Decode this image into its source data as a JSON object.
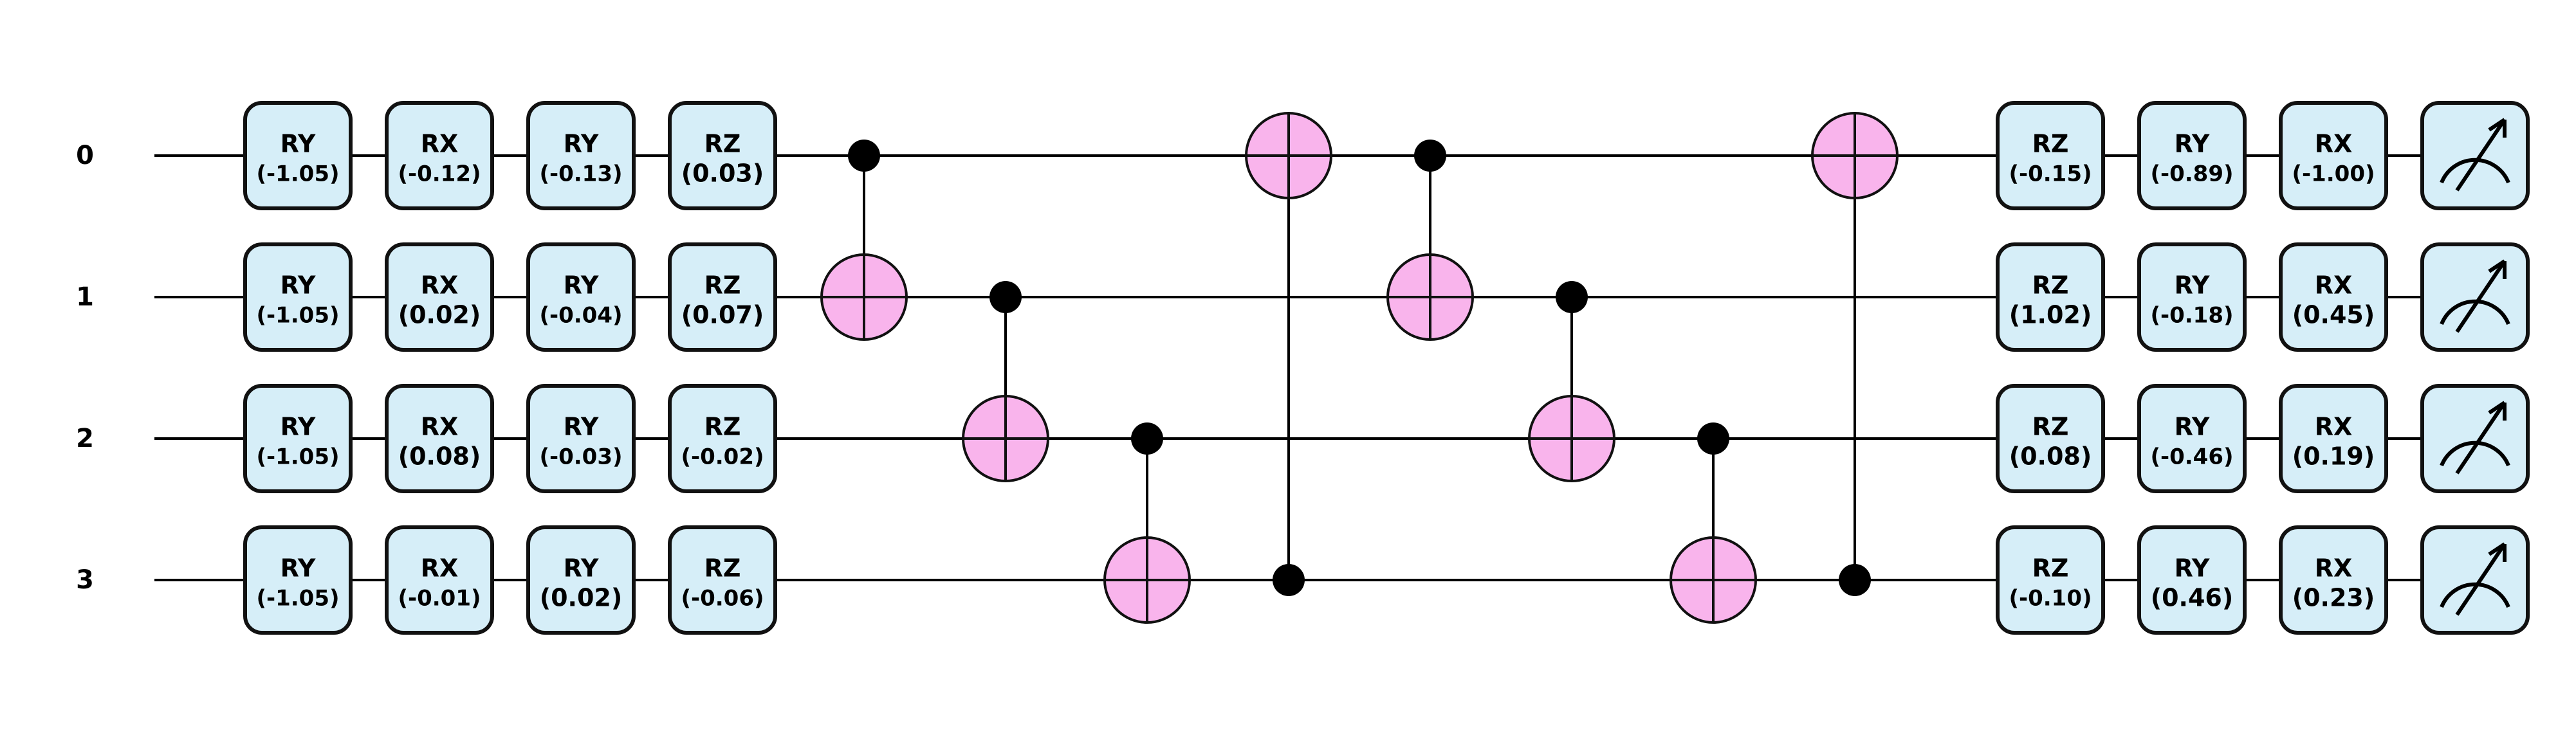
{
  "wires": [
    {
      "label": "0"
    },
    {
      "label": "1"
    },
    {
      "label": "2"
    },
    {
      "label": "3"
    }
  ],
  "columns": [
    {
      "type": "single",
      "gates": [
        {
          "name": "RY",
          "param": "(-1.05)"
        },
        {
          "name": "RY",
          "param": "(-1.05)"
        },
        {
          "name": "RY",
          "param": "(-1.05)"
        },
        {
          "name": "RY",
          "param": "(-1.05)"
        }
      ]
    },
    {
      "type": "single",
      "gates": [
        {
          "name": "RX",
          "param": "(-0.12)"
        },
        {
          "name": "RX",
          "param": "(0.02)"
        },
        {
          "name": "RX",
          "param": "(0.08)"
        },
        {
          "name": "RX",
          "param": "(-0.01)"
        }
      ]
    },
    {
      "type": "single",
      "gates": [
        {
          "name": "RY",
          "param": "(-0.13)"
        },
        {
          "name": "RY",
          "param": "(-0.04)"
        },
        {
          "name": "RY",
          "param": "(-0.03)"
        },
        {
          "name": "RY",
          "param": "(0.02)"
        }
      ]
    },
    {
      "type": "single",
      "gates": [
        {
          "name": "RZ",
          "param": "(0.03)"
        },
        {
          "name": "RZ",
          "param": "(0.07)"
        },
        {
          "name": "RZ",
          "param": "(-0.02)"
        },
        {
          "name": "RZ",
          "param": "(-0.06)"
        }
      ]
    },
    {
      "type": "cnot",
      "control": 0,
      "target": 1
    },
    {
      "type": "cnot",
      "control": 1,
      "target": 2
    },
    {
      "type": "cnot",
      "control": 2,
      "target": 3
    },
    {
      "type": "cnot",
      "control": 3,
      "target": 0
    },
    {
      "type": "cnot",
      "control": 0,
      "target": 1
    },
    {
      "type": "cnot",
      "control": 1,
      "target": 2
    },
    {
      "type": "cnot",
      "control": 2,
      "target": 3
    },
    {
      "type": "cnot",
      "control": 3,
      "target": 0
    },
    {
      "type": "single",
      "gates": [
        {
          "name": "RZ",
          "param": "(-0.15)"
        },
        {
          "name": "RZ",
          "param": "(1.02)"
        },
        {
          "name": "RZ",
          "param": "(0.08)"
        },
        {
          "name": "RZ",
          "param": "(-0.10)"
        }
      ]
    },
    {
      "type": "single",
      "gates": [
        {
          "name": "RY",
          "param": "(-0.89)"
        },
        {
          "name": "RY",
          "param": "(-0.18)"
        },
        {
          "name": "RY",
          "param": "(-0.46)"
        },
        {
          "name": "RY",
          "param": "(0.46)"
        }
      ]
    },
    {
      "type": "single",
      "gates": [
        {
          "name": "RX",
          "param": "(-1.00)"
        },
        {
          "name": "RX",
          "param": "(0.45)"
        },
        {
          "name": "RX",
          "param": "(0.19)"
        },
        {
          "name": "RX",
          "param": "(0.23)"
        }
      ]
    },
    {
      "type": "measure"
    }
  ],
  "colors": {
    "gate_fill": "#d6eef8",
    "target_fill": "#f9b4ec",
    "stroke": "#111111"
  }
}
